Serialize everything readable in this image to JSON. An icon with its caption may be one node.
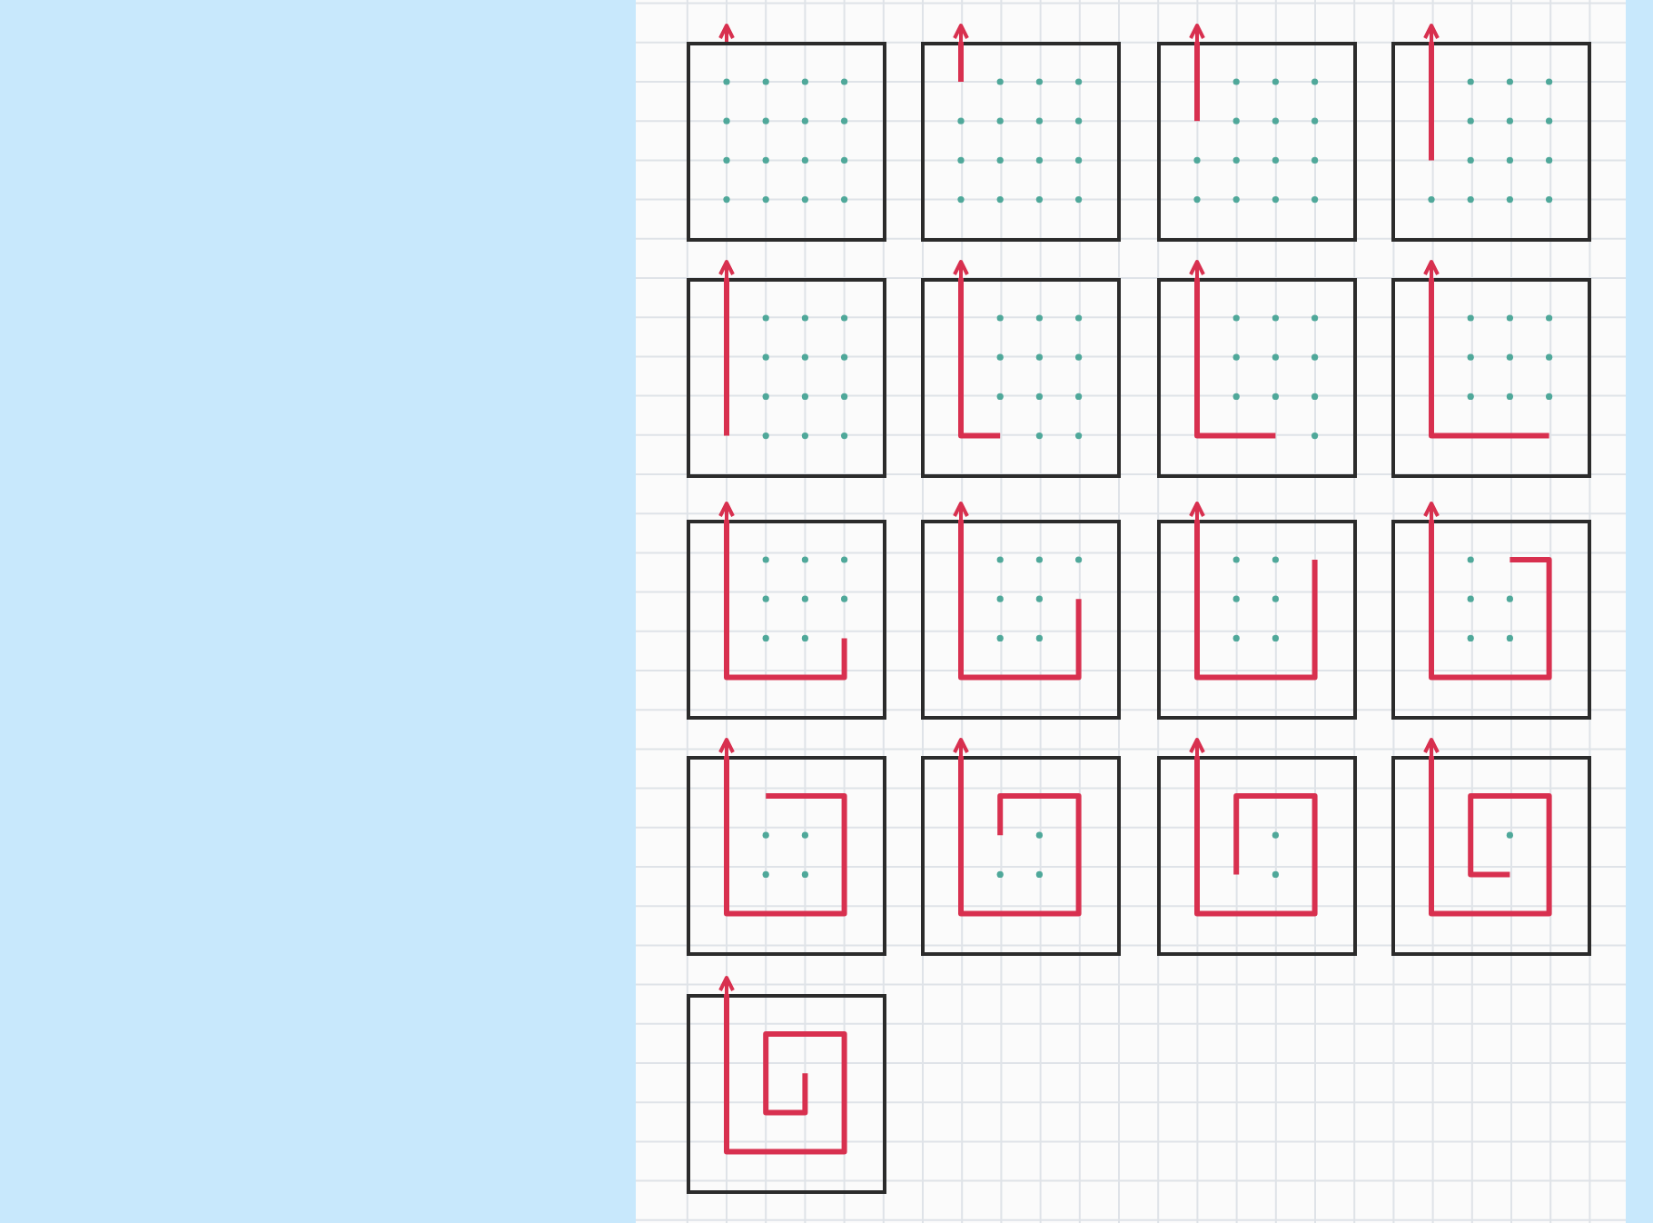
{
  "diagram": {
    "nodes": [
      {
        "text": [],
        "shape": "box"
      },
      {
        "text": [],
        "shape": "box"
      },
      {
        "text": [],
        "shape": "box"
      },
      {
        "text": [],
        "shape": "box"
      },
      {
        "text": [],
        "shape": "box"
      },
      {
        "text": [],
        "shape": "box"
      },
      {
        "text": [],
        "shape": "box"
      },
      {
        "text": [],
        "shape": "box"
      },
      {
        "text": [],
        "shape": "box"
      },
      {
        "text": [],
        "shape": "box"
      },
      {
        "text": [],
        "shape": "box"
      },
      {
        "text": [],
        "shape": "box"
      },
      {
        "text": [],
        "shape": "box"
      },
      {
        "text": [],
        "shape": "box"
      },
      {
        "text": [],
        "shape": "box"
      },
      {
        "text": [],
        "shape": "box"
      },
      {
        "text": [],
        "shape": "box"
      }
    ]
  }
}
